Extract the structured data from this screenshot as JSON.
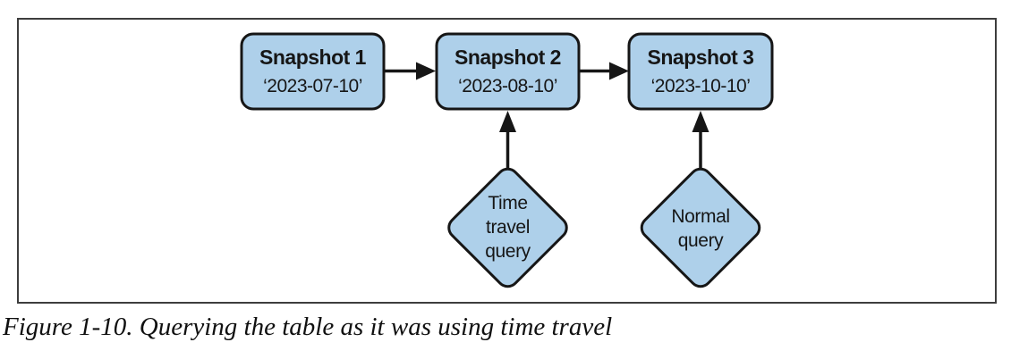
{
  "figure": {
    "caption": "Figure 1-10. Querying the table as it was using time travel"
  },
  "diagram": {
    "snapshots": [
      {
        "title": "Snapshot 1",
        "date": "‘2023-07-10’"
      },
      {
        "title": "Snapshot 2",
        "date": "‘2023-08-10’"
      },
      {
        "title": "Snapshot 3",
        "date": "‘2023-10-10’"
      }
    ],
    "queries": [
      {
        "lines": [
          "Time",
          "travel",
          "query"
        ],
        "points_to": "Snapshot 2"
      },
      {
        "lines": [
          "Normal",
          "query"
        ],
        "points_to": "Snapshot 3"
      }
    ],
    "colors": {
      "node_fill": "#aed0ea",
      "node_stroke": "#161616",
      "frame_border": "#3d3d3d"
    }
  }
}
